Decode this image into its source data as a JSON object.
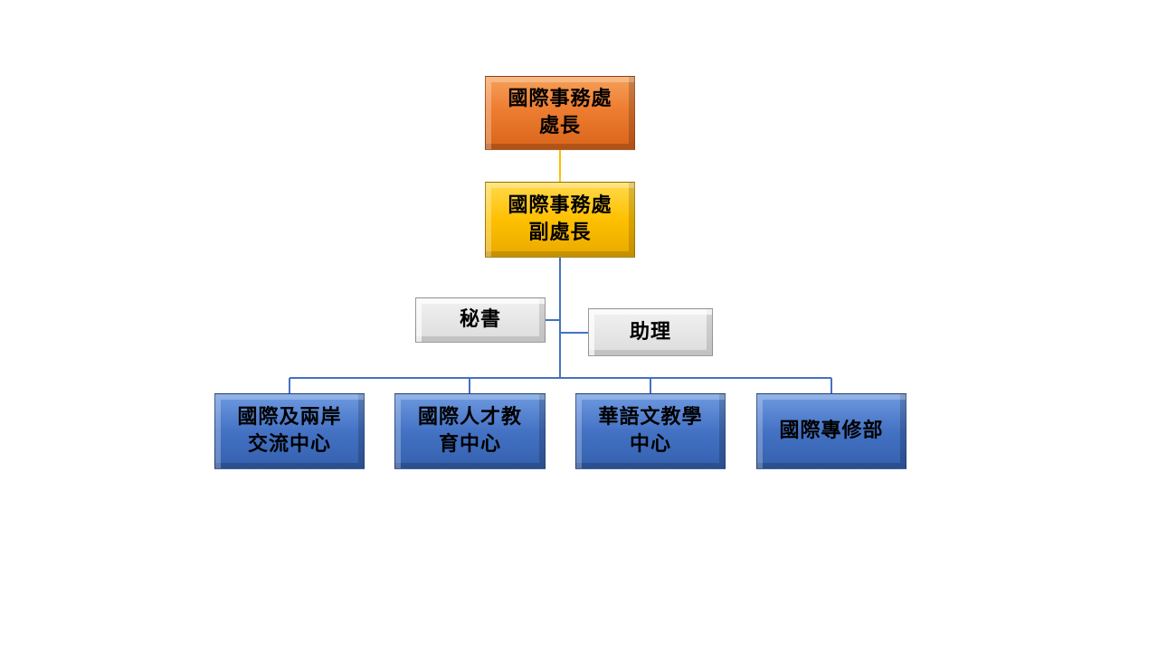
{
  "diagram": {
    "director": {
      "line1": "國際事務處",
      "line2": "處長"
    },
    "deputy": {
      "line1": "國際事務處",
      "line2": "副處長"
    },
    "secretary": {
      "label": "秘書"
    },
    "assistant": {
      "label": "助理"
    },
    "centers": [
      {
        "line1": "國際及兩岸",
        "line2": "交流中心"
      },
      {
        "line1": "國際人才教",
        "line2": "育中心"
      },
      {
        "line1": "華語文教學",
        "line2": "中心"
      },
      {
        "line1": "國際專修部",
        "line2": ""
      }
    ]
  },
  "colors": {
    "director": "#ed7d31",
    "deputy": "#ffc000",
    "staff": "#dcdcdc",
    "centers": "#4472c4",
    "connector_top": "#ffc000",
    "connector_main": "#4472c4"
  }
}
